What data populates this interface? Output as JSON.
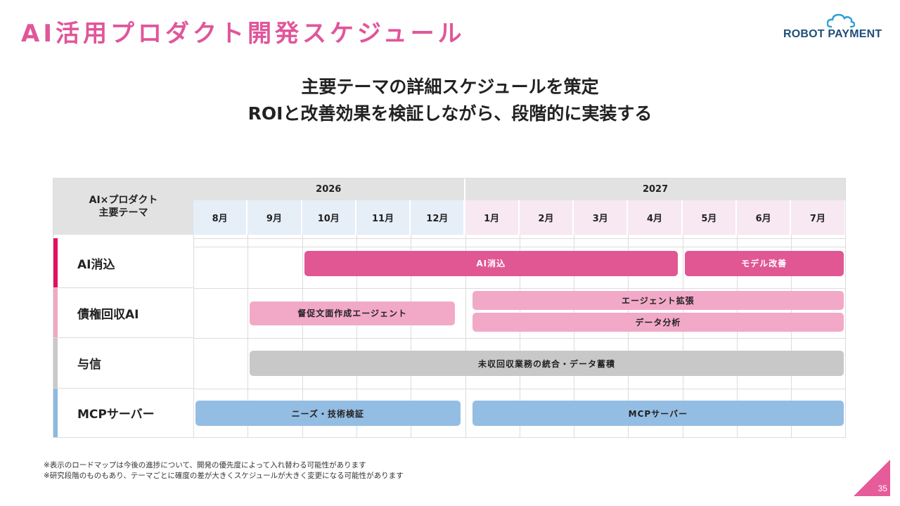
{
  "title": "AI活用プロダクト開発スケジュール",
  "logo": {
    "text": "ROBOT PAYMENT"
  },
  "subtitle": {
    "line1": "主要テーマの詳細スケジュールを策定",
    "line2": "ROIと改善効果を検証しながら、段階的に実装する"
  },
  "table": {
    "corner_label_line1": "AI×プロダクト",
    "corner_label_line2": "主要テーマ",
    "years": [
      {
        "label": "2026",
        "span": 5
      },
      {
        "label": "2027",
        "span": 7
      }
    ],
    "months": [
      {
        "label": "8月",
        "year": "2026"
      },
      {
        "label": "9月",
        "year": "2026"
      },
      {
        "label": "10月",
        "year": "2026"
      },
      {
        "label": "11月",
        "year": "2026"
      },
      {
        "label": "12月",
        "year": "2026"
      },
      {
        "label": "1月",
        "year": "2027"
      },
      {
        "label": "2月",
        "year": "2027"
      },
      {
        "label": "3月",
        "year": "2027"
      },
      {
        "label": "4月",
        "year": "2027"
      },
      {
        "label": "5月",
        "year": "2027"
      },
      {
        "label": "6月",
        "year": "2027"
      },
      {
        "label": "7月",
        "year": "2027"
      }
    ],
    "rows": [
      {
        "id": "ai-shokomi",
        "label": "AI消込",
        "accent": "#e0115f",
        "bars": [
          {
            "label": "AI消込",
            "start": 2,
            "end": 8.95,
            "lane": 0,
            "lanes": 1,
            "color": "#e05794",
            "text": "#ffffff"
          },
          {
            "label": "モデル改善",
            "start": 9,
            "end": 12,
            "lane": 0,
            "lanes": 1,
            "color": "#e05794",
            "text": "#ffffff"
          }
        ]
      },
      {
        "id": "saiken-kaishu-ai",
        "label": "債権回収AI",
        "accent": "#f0a8c4",
        "bars": [
          {
            "label": "督促文面作成エージェント",
            "start": 1,
            "end": 4.85,
            "lane": "center",
            "lanes": 1,
            "color": "#f2a9c8",
            "text": "#222222"
          },
          {
            "label": "エージェント拡張",
            "start": 5.1,
            "end": 12,
            "lane": 0,
            "lanes": 2,
            "color": "#f2a9c8",
            "text": "#222222"
          },
          {
            "label": "データ分析",
            "start": 5.1,
            "end": 12,
            "lane": 1,
            "lanes": 2,
            "color": "#f2a9c8",
            "text": "#222222"
          }
        ]
      },
      {
        "id": "yoshin",
        "label": "与信",
        "accent": "#c9c9c9",
        "bars": [
          {
            "label": "未収回収業務の統合・データ蓄積",
            "start": 1,
            "end": 12,
            "lane": 0,
            "lanes": 1,
            "color": "#c8c8c8",
            "text": "#222222"
          }
        ]
      },
      {
        "id": "mcp-server",
        "label": "MCPサーバー",
        "accent": "#8db9e0",
        "bars": [
          {
            "label": "ニーズ・技術検証",
            "start": 0,
            "end": 4.95,
            "lane": 0,
            "lanes": 1,
            "color": "#94bde3",
            "text": "#222222"
          },
          {
            "label": "MCPサーバー",
            "start": 5.1,
            "end": 12,
            "lane": 0,
            "lanes": 1,
            "color": "#94bde3",
            "text": "#222222"
          }
        ]
      }
    ]
  },
  "notes": [
    "※表示のロードマップは今後の進捗について、開発の優先度によって入れ替わる可能性があります",
    "※研究段階のものもあり、テーマごとに確度の差が大きくスケジュールが大きく変更になる可能性があります"
  ],
  "page_number": "35",
  "colors": {
    "title_pink": "#e0569a",
    "logo_navy": "#1f4e79",
    "logo_blue": "#2d9fd9",
    "month_2026_bg": "#e6eef8",
    "month_2027_bg": "#f7e8f1",
    "corner_triangle": "#e65b99"
  }
}
